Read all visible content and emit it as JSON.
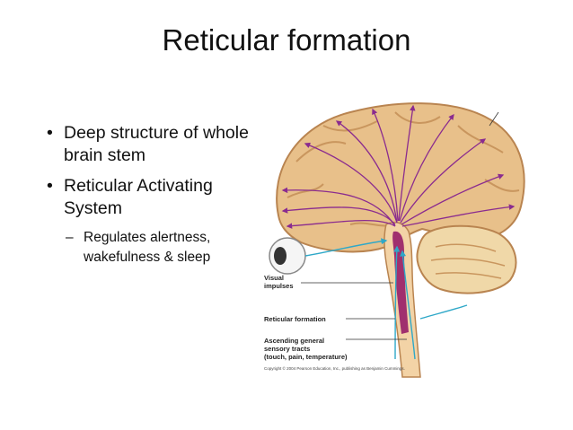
{
  "slide": {
    "title": "Reticular formation",
    "bullets": [
      "Deep structure of whole brain stem",
      "Reticular Activating System"
    ],
    "sub_bullets": [
      "Regulates alertness, wakefulness & sleep"
    ]
  },
  "figure": {
    "labels": {
      "visual": [
        "Visual",
        "impulses"
      ],
      "reticular": "Reticular formation",
      "ascending": [
        "Ascending general",
        "sensory tracts",
        "(touch, pain, temperature)"
      ]
    },
    "copyright": "Copyright © 2004 Pearson Education, Inc., publishing as Benjamin Cummings.",
    "colors": {
      "brain": "#E8C08A",
      "brain_outline": "#B98450",
      "arrows": "#8A2B8F",
      "brainstem": "#A0306E",
      "tracts": "#2FA8C8",
      "cerebellum": "#F0D8A8"
    }
  }
}
